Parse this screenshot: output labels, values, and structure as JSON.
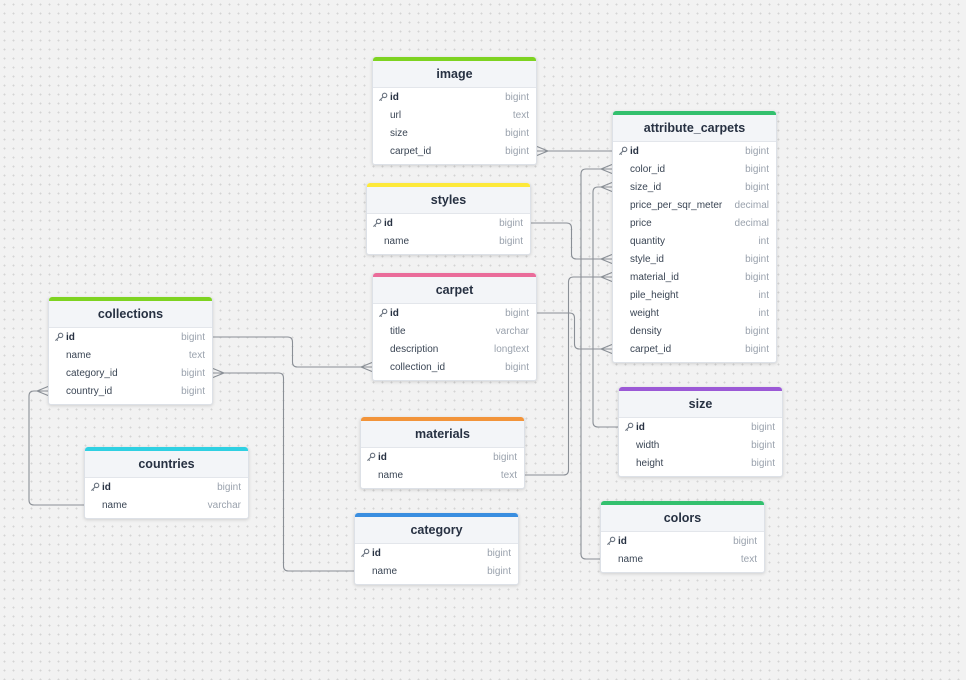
{
  "tables": {
    "image": {
      "name": "image",
      "color": "#7ed321",
      "fields": [
        {
          "name": "id",
          "type": "bigint"
        },
        {
          "name": "url",
          "type": "text"
        },
        {
          "name": "size",
          "type": "bigint"
        },
        {
          "name": "carpet_id",
          "type": "bigint"
        }
      ]
    },
    "styles": {
      "name": "styles",
      "color": "#fde93a",
      "fields": [
        {
          "name": "id",
          "type": "bigint"
        },
        {
          "name": "name",
          "type": "bigint"
        }
      ]
    },
    "carpet": {
      "name": "carpet",
      "color": "#ea6c9a",
      "fields": [
        {
          "name": "id",
          "type": "bigint"
        },
        {
          "name": "title",
          "type": "varchar"
        },
        {
          "name": "description",
          "type": "longtext"
        },
        {
          "name": "collection_id",
          "type": "bigint"
        }
      ]
    },
    "collections": {
      "name": "collections",
      "color": "#7ed321",
      "fields": [
        {
          "name": "id",
          "type": "bigint"
        },
        {
          "name": "name",
          "type": "text"
        },
        {
          "name": "category_id",
          "type": "bigint"
        },
        {
          "name": "country_id",
          "type": "bigint"
        }
      ]
    },
    "countries": {
      "name": "countries",
      "color": "#2fd0e2",
      "fields": [
        {
          "name": "id",
          "type": "bigint"
        },
        {
          "name": "name",
          "type": "varchar"
        }
      ]
    },
    "materials": {
      "name": "materials",
      "color": "#f2943a",
      "fields": [
        {
          "name": "id",
          "type": "bigint"
        },
        {
          "name": "name",
          "type": "text"
        }
      ]
    },
    "category": {
      "name": "category",
      "color": "#3a8ee0",
      "fields": [
        {
          "name": "id",
          "type": "bigint"
        },
        {
          "name": "name",
          "type": "bigint"
        }
      ]
    },
    "attribute_carpets": {
      "name": "attribute_carpets",
      "color": "#33c06e",
      "fields": [
        {
          "name": "id",
          "type": "bigint"
        },
        {
          "name": "color_id",
          "type": "bigint"
        },
        {
          "name": "size_id",
          "type": "bigint"
        },
        {
          "name": "price_per_sqr_meter",
          "type": "decimal"
        },
        {
          "name": "price",
          "type": "decimal"
        },
        {
          "name": "quantity",
          "type": "int"
        },
        {
          "name": "style_id",
          "type": "bigint"
        },
        {
          "name": "material_id",
          "type": "bigint"
        },
        {
          "name": "pile_height",
          "type": "int"
        },
        {
          "name": "weight",
          "type": "int"
        },
        {
          "name": "density",
          "type": "bigint"
        },
        {
          "name": "carpet_id",
          "type": "bigint"
        }
      ]
    },
    "size": {
      "name": "size",
      "color": "#9b59d6",
      "fields": [
        {
          "name": "id",
          "type": "bigint"
        },
        {
          "name": "width",
          "type": "bigint"
        },
        {
          "name": "height",
          "type": "bigint"
        }
      ]
    },
    "colors": {
      "name": "colors",
      "color": "#33c06e",
      "fields": [
        {
          "name": "id",
          "type": "bigint"
        },
        {
          "name": "name",
          "type": "text"
        }
      ]
    }
  },
  "relations": [
    {
      "from": "image.carpet_id",
      "to": "attribute_carpets.id",
      "crowfoot": "from"
    },
    {
      "from": "styles.id",
      "to": "attribute_carpets.style_id",
      "crowfoot": "to"
    },
    {
      "from": "carpet.id",
      "to": "attribute_carpets.carpet_id",
      "crowfoot": "to"
    },
    {
      "from": "materials.name",
      "to": "attribute_carpets.material_id",
      "crowfoot": "to"
    },
    {
      "from": "size.id",
      "to": "attribute_carpets.size_id",
      "crowfoot": "to"
    },
    {
      "from": "colors.name",
      "to": "attribute_carpets.color_id",
      "crowfoot": "to"
    },
    {
      "from": "collections.id",
      "to": "carpet.collection_id",
      "crowfoot": "to"
    },
    {
      "from": "category.name",
      "to": "collections.category_id",
      "crowfoot": "to"
    },
    {
      "from": "countries.name",
      "to": "collections.country_id",
      "crowfoot": "to"
    }
  ],
  "icons": {
    "primary_key": "key-icon",
    "relation_end": "crowfoot-icon"
  }
}
